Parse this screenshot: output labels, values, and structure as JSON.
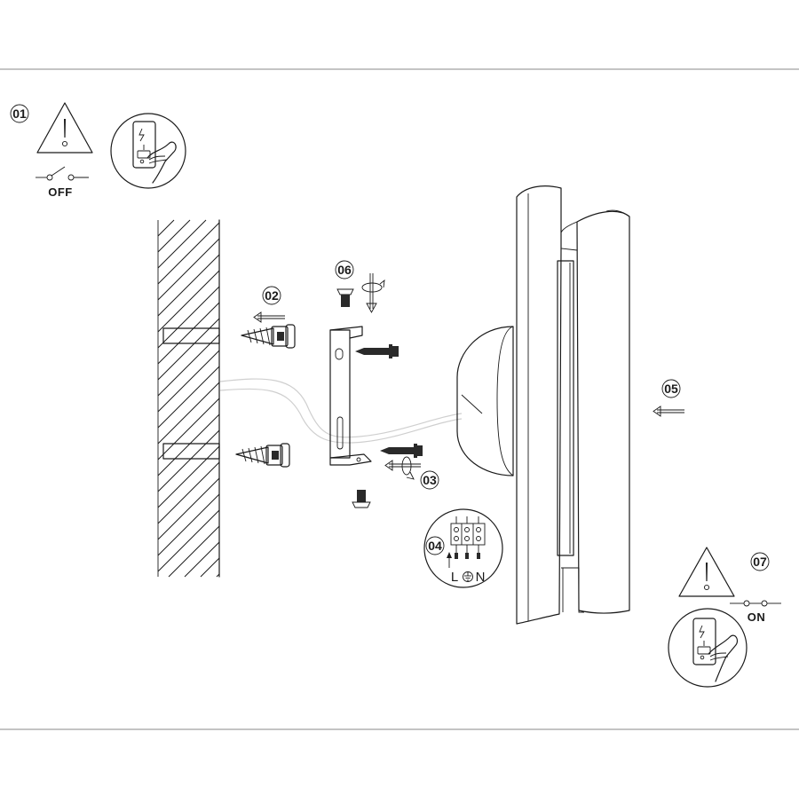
{
  "steps": {
    "s01": "01",
    "s02": "02",
    "s03": "03",
    "s04": "04",
    "s05": "05",
    "s06": "06",
    "s07": "07"
  },
  "switch_states": {
    "off": "OFF",
    "on": "ON"
  },
  "terminals": {
    "live": "L",
    "neutral": "N"
  },
  "icons": {
    "warning": "warning-triangle-icon",
    "switch": "wall-switch-hand-icon",
    "arrow": "arrow-left-icon",
    "rotate": "rotate-arrow-icon",
    "screw": "screw-icon",
    "anchor": "wall-plug-anchor-icon",
    "ground": "ground-symbol-icon"
  }
}
